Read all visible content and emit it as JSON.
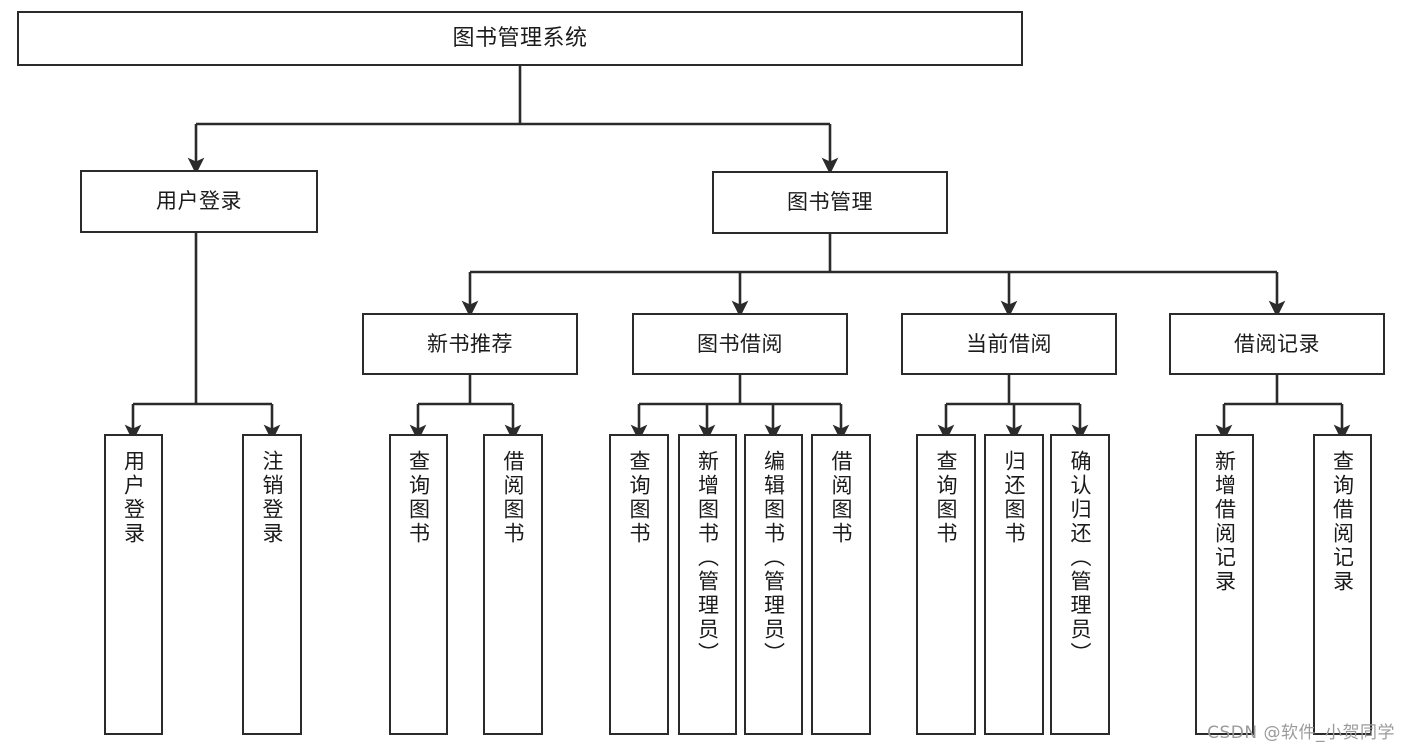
{
  "diagram": {
    "title": "图书管理系统",
    "type": "功能结构图",
    "style": {
      "box_border_color": "#2b2b2b",
      "box_fill_color": "#ffffff",
      "edge_color": "#2b2b2b",
      "background_color": "#ffffff",
      "watermark_color": "#9b9b9b"
    },
    "watermark": "CSDN @软件_小贺同学",
    "nodes": {
      "root": {
        "label": "图书管理系统"
      },
      "level1": [
        {
          "label": "用户登录"
        },
        {
          "label": "图书管理"
        }
      ],
      "level2": [
        {
          "label": "新书推荐"
        },
        {
          "label": "图书借阅"
        },
        {
          "label": "当前借阅"
        },
        {
          "label": "借阅记录"
        }
      ],
      "leaves": {
        "user_login": [
          {
            "label": "用户登录"
          },
          {
            "label": "注销登录"
          }
        ],
        "new_book_recommend": [
          {
            "label": "查询图书"
          },
          {
            "label": "借阅图书"
          }
        ],
        "book_borrow": [
          {
            "label": "查询图书"
          },
          {
            "label": "新增图书（管理员）"
          },
          {
            "label": "编辑图书（管理员）"
          },
          {
            "label": "借阅图书"
          }
        ],
        "current_borrow": [
          {
            "label": "查询图书"
          },
          {
            "label": "归还图书"
          },
          {
            "label": "确认归还（管理员）"
          }
        ],
        "borrow_record": [
          {
            "label": "新增借阅记录"
          },
          {
            "label": "查询借阅记录"
          }
        ]
      }
    }
  }
}
